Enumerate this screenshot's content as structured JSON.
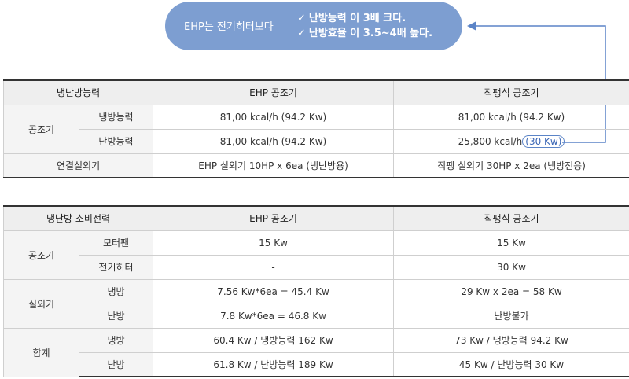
{
  "callout": {
    "label": "EHP는 전기히터보다",
    "check_mark": "✓",
    "point1": "난방능력 이 3배 크다.",
    "point2": "난방효율 이 3.5~4배 높다."
  },
  "capacity_table": {
    "corner": "냉난방능력",
    "col_ehp": "EHP 공조기",
    "col_direct": "직팽식 공조기",
    "group_ahu": "공조기",
    "row_cooling": "냉방능력",
    "row_heating": "난방능력",
    "cooling_ehp": "81,00 kcal/h (94.2 Kw)",
    "cooling_direct": "81,00 kcal/h (94.2 Kw)",
    "heating_ehp": "81,00 kcal/h (94.2 Kw)",
    "heating_direct_main": "25,800 kcal/h",
    "heating_direct_highlight": "(30 Kw)",
    "row_outdoor": "연결실외기",
    "outdoor_ehp": "EHP 실외기 10HP x 6ea (냉난방용)",
    "outdoor_direct": "직팽 실외기 30HP x 2ea (냉방전용)"
  },
  "power_table": {
    "corner": "냉난방 소비전력",
    "col_ehp": "EHP 공조기",
    "col_direct": "직팽식 공조기",
    "group_ahu": "공조기",
    "row_fan": "모터팬",
    "row_heater": "전기히터",
    "fan_ehp": "15 Kw",
    "fan_direct": "15 Kw",
    "heater_ehp": "-",
    "heater_direct": "30 Kw",
    "group_outdoor": "실외기",
    "row_cool": "냉방",
    "row_heat": "난방",
    "od_cool_ehp": "7.56 Kw*6ea = 45.4 Kw",
    "od_cool_direct": "29 Kw x 2ea = 58 Kw",
    "od_heat_ehp": "7.8 Kw*6ea = 46.8 Kw",
    "od_heat_direct": "난방불가",
    "group_total": "합계",
    "total_cool_ehp": "60.4 Kw / 냉방능력 162 Kw",
    "total_cool_direct": "73 Kw / 냉방능력 94.2 Kw",
    "total_heat_ehp": "61.8 Kw / 난방능력 189 Kw",
    "total_heat_direct": "45 Kw / 난방능력 30 Kw"
  },
  "colors": {
    "callout_bg": "#7d9ed1",
    "accent": "#5b84c7"
  }
}
